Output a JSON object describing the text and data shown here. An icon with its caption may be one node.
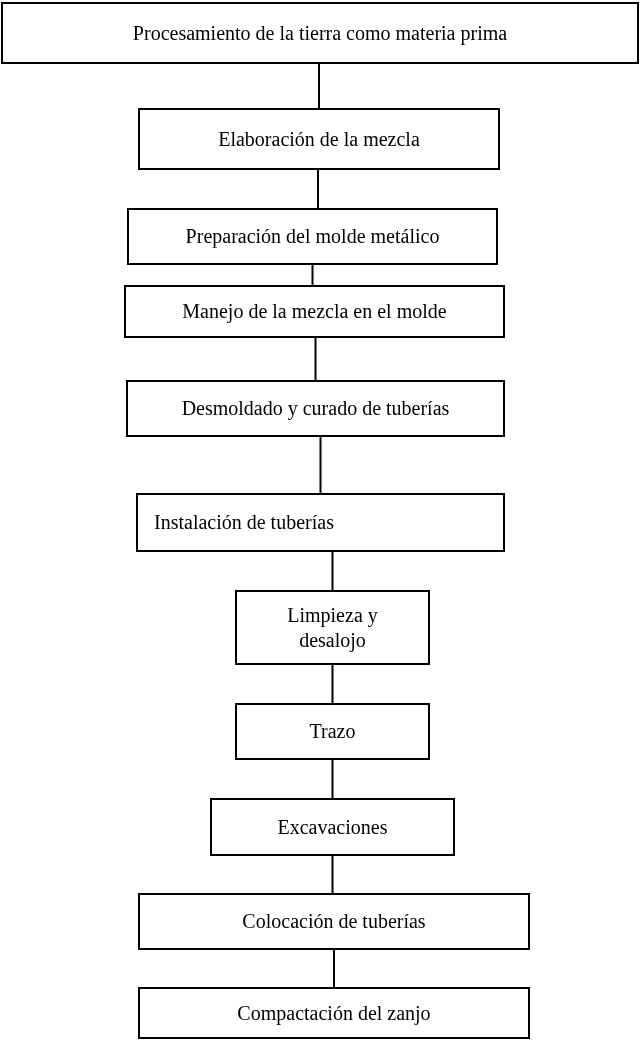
{
  "diagram": {
    "nodes": [
      {
        "text": [
          "Procesamiento de la tierra como materia prima"
        ]
      },
      {
        "text": [
          "Elaboración de la mezcla"
        ]
      },
      {
        "text": [
          "Preparación del molde metálico"
        ]
      },
      {
        "text": [
          "Manejo de la mezcla en el molde"
        ]
      },
      {
        "text": [
          "Desmoldado y curado de tuberías"
        ]
      },
      {
        "text": [
          "Instalación de tuberías"
        ]
      },
      {
        "text": [
          "Limpieza y desalojo"
        ]
      },
      {
        "text": [
          "Trazo"
        ]
      },
      {
        "text": [
          "Excavaciones"
        ]
      },
      {
        "text": [
          "Colocación de tuberías"
        ]
      },
      {
        "text": [
          "Compactación del zanjo"
        ]
      }
    ],
    "edges": [
      {
        "from": 0,
        "to": 1,
        "arrow": "none"
      },
      {
        "from": 1,
        "to": 2,
        "arrow": "none"
      },
      {
        "from": 2,
        "to": 3,
        "arrow": "none"
      },
      {
        "from": 3,
        "to": 4,
        "arrow": "none"
      },
      {
        "from": 4,
        "to": 5,
        "arrow": "none"
      },
      {
        "from": 5,
        "to": 6,
        "arrow": "none"
      },
      {
        "from": 6,
        "to": 7,
        "arrow": "none"
      },
      {
        "from": 7,
        "to": 8,
        "arrow": "none"
      },
      {
        "from": 8,
        "to": 9,
        "arrow": "none"
      },
      {
        "from": 9,
        "to": 10,
        "arrow": "none"
      }
    ]
  }
}
